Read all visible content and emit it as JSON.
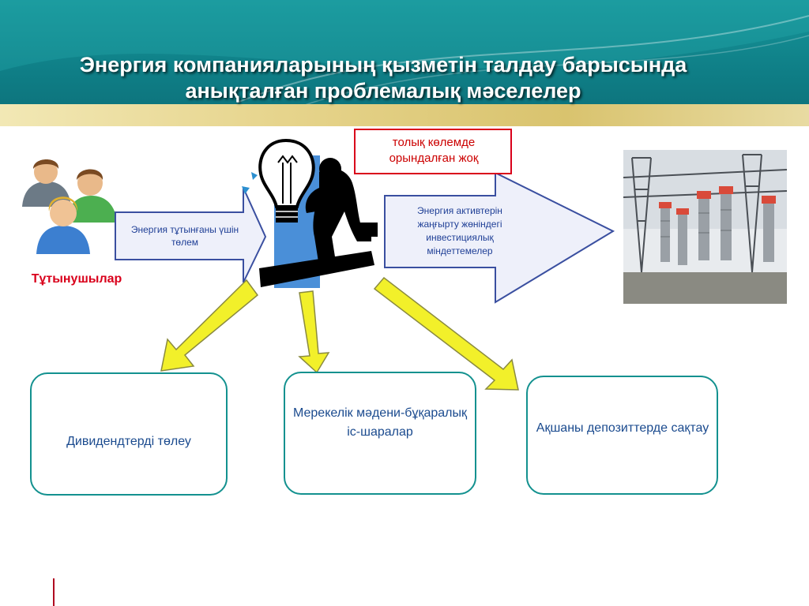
{
  "title": {
    "line1": "Энергия компанияларының қызметін талдау барысында",
    "line2": "анықталған проблемалық мәселелер"
  },
  "consumers_label": "Тұтынушылар",
  "left_arrow_text": "Энергия тұтынғаны үшін төлем",
  "right_arrow_text": "Энергия активтерін жаңғырту жөніндегі инвестициялық міндеттемелер",
  "warning_text": "толық көлемде орындалған жоқ",
  "boxes": [
    {
      "text": "Дивидендтерді төлеу"
    },
    {
      "text": "Мерекелік мәдени-бұқаралық іс-шаралар"
    },
    {
      "text": "Ақшаны депозиттерде сақтау"
    }
  ],
  "icons": {
    "people": "people-icon",
    "businessman": "businessman-icon",
    "lightbulb": "lightbulb-icon",
    "substation": "substation-photo"
  },
  "colors": {
    "header": "#0f7f87",
    "arrow_fill": "#eef0fa",
    "arrow_stroke": "#3a4fa0",
    "yellow_arrow": "#f2f02a",
    "box_border": "#13918f",
    "red": "#d9001b"
  }
}
